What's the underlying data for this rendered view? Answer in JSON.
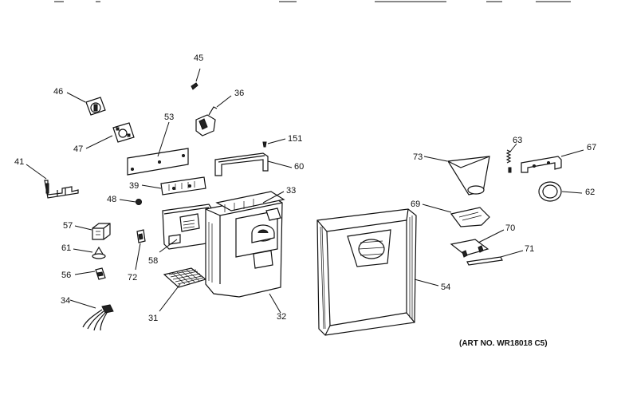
{
  "diagram": {
    "art_number": "(ART NO. WR18018 C5)",
    "callouts": {
      "c45": "45",
      "c46": "46",
      "c36": "36",
      "c53": "53",
      "c47": "47",
      "c151": "151",
      "c41": "41",
      "c60": "60",
      "c39": "39",
      "c33": "33",
      "c48": "48",
      "c57": "57",
      "c61": "61",
      "c58": "58",
      "c72": "72",
      "c56": "56",
      "c34": "34",
      "c31": "31",
      "c32": "32",
      "c54": "54",
      "c73": "73",
      "c63": "63",
      "c67": "67",
      "c62": "62",
      "c69": "69",
      "c70": "70",
      "c71": "71"
    }
  }
}
